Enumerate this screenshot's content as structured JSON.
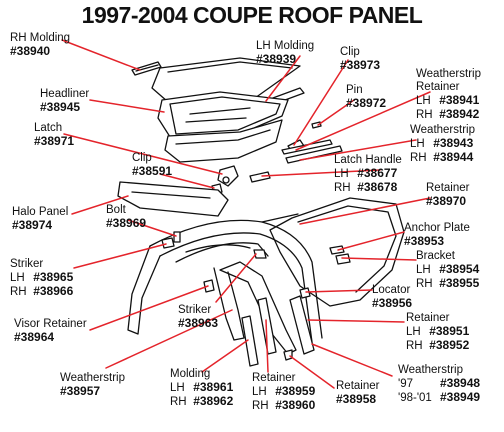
{
  "title": "1997-2004 COUPE ROOF PANEL",
  "colors": {
    "leader": "#e4242b",
    "line_art": "#111111"
  },
  "parts": [
    {
      "id": "rh-molding",
      "name": "RH Molding",
      "part": "#38940"
    },
    {
      "id": "lh-molding",
      "name": "LH Molding",
      "part": "#38939"
    },
    {
      "id": "clip-38973",
      "name": "Clip",
      "part": "#38973"
    },
    {
      "id": "weatherstrip-retainer",
      "name": "Weatherstrip\nRetainer",
      "lh": "#38941",
      "rh": "#38942"
    },
    {
      "id": "headliner",
      "name": "Headliner",
      "part": "#38945"
    },
    {
      "id": "pin",
      "name": "Pin",
      "part": "#38972"
    },
    {
      "id": "latch",
      "name": "Latch",
      "part": "#38971"
    },
    {
      "id": "weatherstrip-43",
      "name": "Weatherstrip",
      "lh": "#38943",
      "rh": "#38944"
    },
    {
      "id": "clip-38591",
      "name": "Clip",
      "part": "#38591"
    },
    {
      "id": "latch-handle",
      "name": "Latch Handle",
      "lh": "#38677",
      "rh": "#38678"
    },
    {
      "id": "retainer-70",
      "name": "Retainer",
      "part": "#38970"
    },
    {
      "id": "halo-panel",
      "name": "Halo Panel",
      "part": "#38974"
    },
    {
      "id": "bolt",
      "name": "Bolt",
      "part": "#38969"
    },
    {
      "id": "anchor-plate",
      "name": "Anchor Plate",
      "part": "#38953"
    },
    {
      "id": "striker",
      "name": "Striker",
      "lh": "#38965",
      "rh": "#38966"
    },
    {
      "id": "bracket",
      "name": "Bracket",
      "lh": "#38954",
      "rh": "#38955"
    },
    {
      "id": "locator",
      "name": "Locator",
      "part": "#38956"
    },
    {
      "id": "striker-63",
      "name": "Striker",
      "part": "#38963"
    },
    {
      "id": "visor-retainer",
      "name": "Visor Retainer",
      "part": "#38964"
    },
    {
      "id": "retainer-51",
      "name": "Retainer",
      "lh": "#38951",
      "rh": "#38952"
    },
    {
      "id": "weatherstrip-57",
      "name": "Weatherstrip",
      "part": "#38957"
    },
    {
      "id": "weatherstrip-48",
      "name": "Weatherstrip",
      "y97": "'97",
      "y98": "'98-'01",
      "p97": "#38948",
      "p98": "#38949"
    },
    {
      "id": "molding-61",
      "name": "Molding",
      "lh": "#38961",
      "rh": "#38962"
    },
    {
      "id": "retainer-59",
      "name": "Retainer",
      "lh": "#38959",
      "rh": "#38960"
    },
    {
      "id": "retainer-58",
      "name": "Retainer",
      "part": "#38958"
    }
  ],
  "side_labels": {
    "lh": "LH",
    "rh": "RH"
  }
}
